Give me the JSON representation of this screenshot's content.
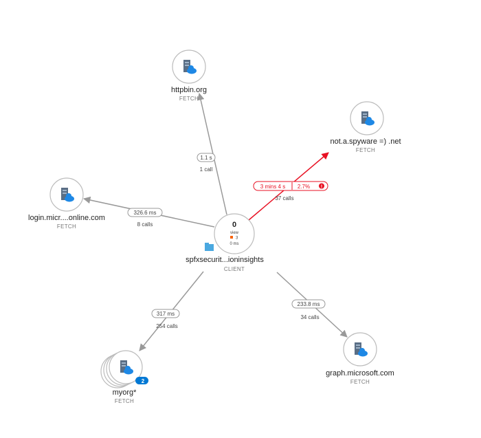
{
  "center": {
    "name": "spfxsecurit...ioninsights",
    "type": "CLIENT",
    "count": "0",
    "count_label": "view",
    "errors": "3",
    "duration": "0 ms"
  },
  "nodes": [
    {
      "name": "httpbin.org",
      "type": "FETCH",
      "duration": "1.1 s",
      "calls": "1 call"
    },
    {
      "name": "not.a.spyware =) .net",
      "type": "FETCH",
      "duration": "3 mins 4 s",
      "fail_rate": "2.7%",
      "calls": "37 calls"
    },
    {
      "name": "login.micr....online.com",
      "type": "FETCH",
      "duration": "326.6 ms",
      "calls": "8 calls"
    },
    {
      "name": "myorg*",
      "type": "FETCH",
      "duration": "317 ms",
      "calls": "254 calls",
      "badge": "2"
    },
    {
      "name": "graph.microsoft.com",
      "type": "FETCH",
      "duration": "233.8 ms",
      "calls": "34 calls"
    }
  ],
  "colors": {
    "error": "#e81123",
    "edge": "#999999",
    "badge": "#0078d4"
  }
}
